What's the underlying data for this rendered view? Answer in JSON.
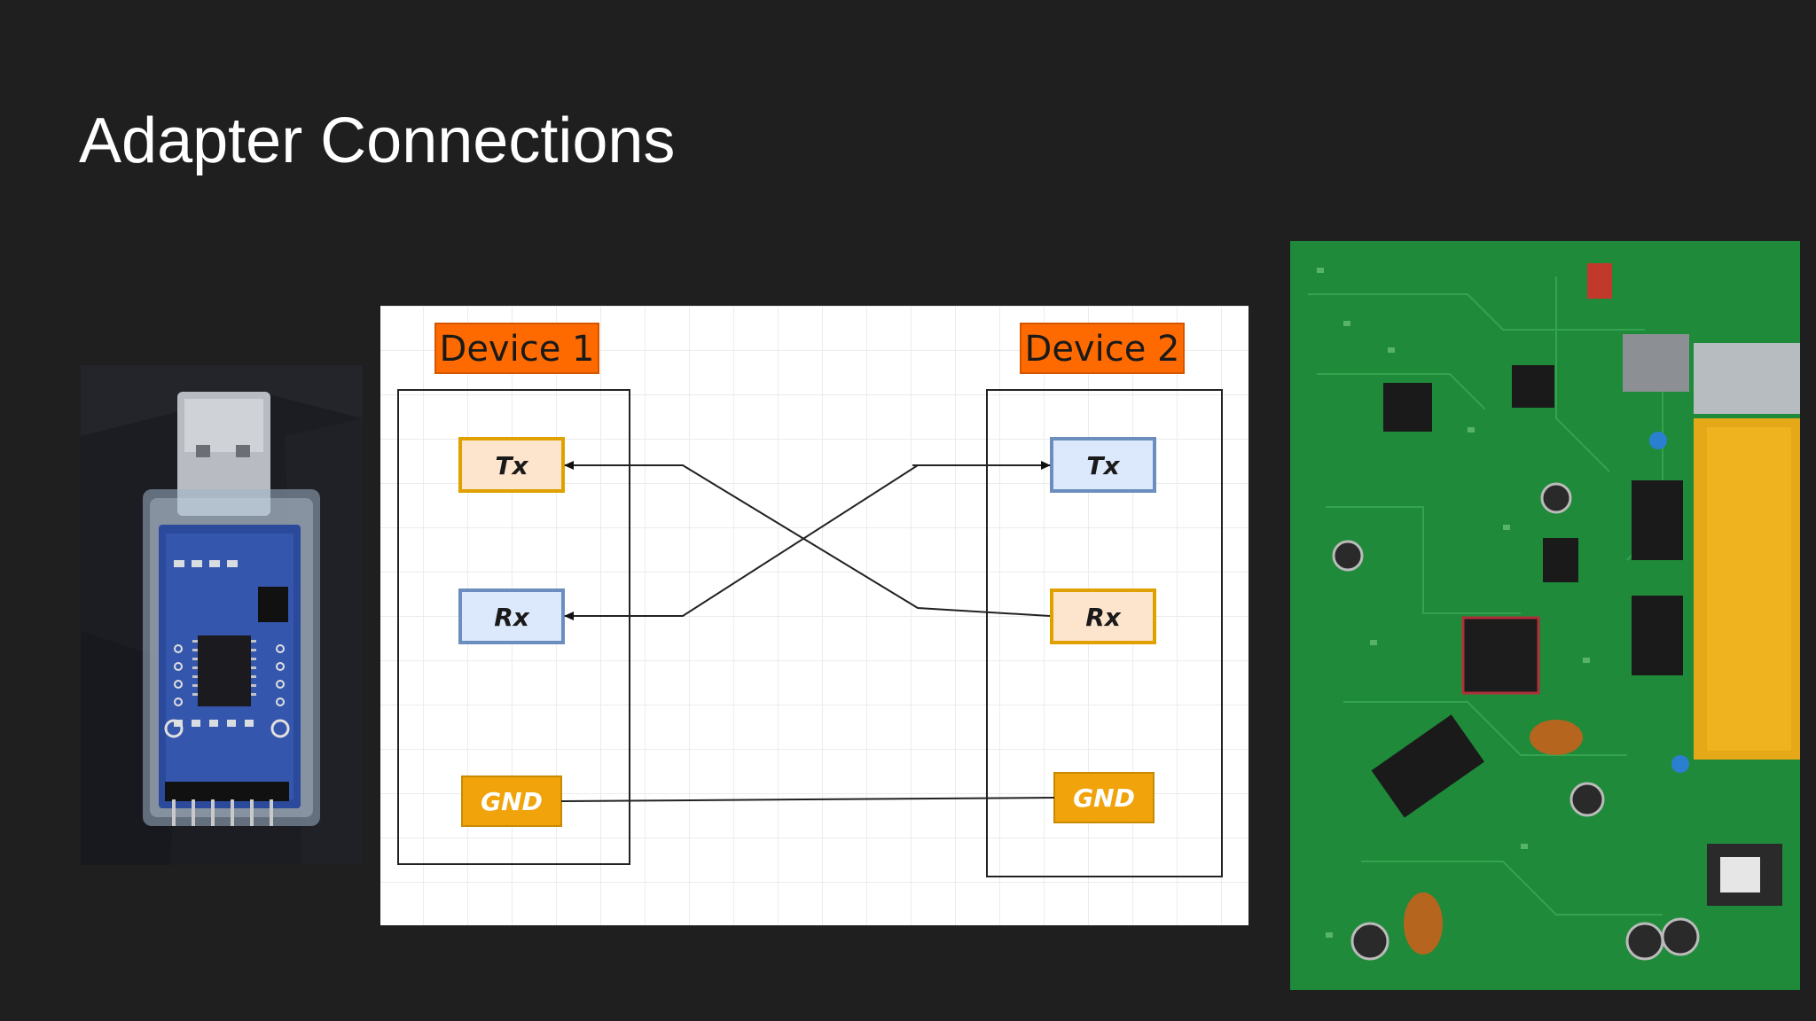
{
  "slide": {
    "title": "Adapter Connections"
  },
  "diagram": {
    "device1": {
      "title": "Device 1",
      "pins": {
        "tx": "Tx",
        "rx": "Rx",
        "gnd": "GND"
      }
    },
    "device2": {
      "title": "Device 2",
      "pins": {
        "tx": "Tx",
        "rx": "Rx",
        "gnd": "GND"
      }
    },
    "connections": [
      {
        "from": "Device 2 Rx",
        "to": "Device 1 Tx"
      },
      {
        "from": "Device 2 Tx",
        "to": "Device 1 Rx"
      },
      {
        "from": "Device 1 GND",
        "to": "Device 2 GND"
      }
    ],
    "colors": {
      "title_fill": "#ff6a00",
      "tx_rx_peach_fill": "#fde4cc",
      "tx_rx_peach_border": "#e0a100",
      "tx_rx_blue_fill": "#dce8fb",
      "tx_rx_blue_border": "#6c8ebf",
      "gnd_fill": "#f0a30a",
      "gnd_border": "#c88a00"
    }
  },
  "photos": {
    "usb_adapter": {
      "icon": "usb-ttl-adapter-photo"
    },
    "router_board": {
      "icon": "router-pcb-photo"
    }
  }
}
